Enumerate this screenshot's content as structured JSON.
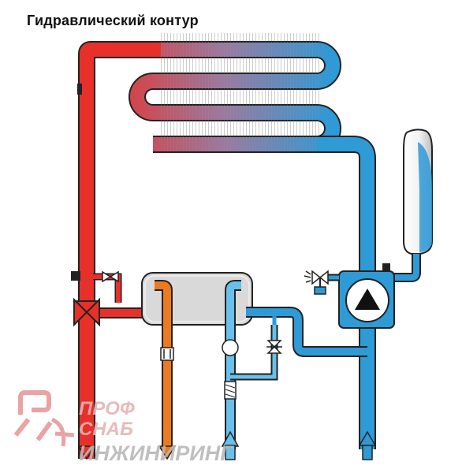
{
  "diagram": {
    "title": "Гидравлический контур",
    "colors": {
      "hot": "#e8302a",
      "hot_orange": "#ec7a1e",
      "cold": "#2e9ad6",
      "cold_light": "#69c0ea",
      "casing": "#d8d8d8",
      "pump_body": "#2e9ad6",
      "outline": "#222222"
    }
  },
  "watermark": {
    "line1": "ПРОФ",
    "line2": "СНАБ",
    "line3": "ИНЖИНИРИНГ",
    "colors": {
      "logo": "#e89a9a",
      "text_light": "#e6b3b3",
      "text_dark": "#b9b9b9"
    }
  }
}
